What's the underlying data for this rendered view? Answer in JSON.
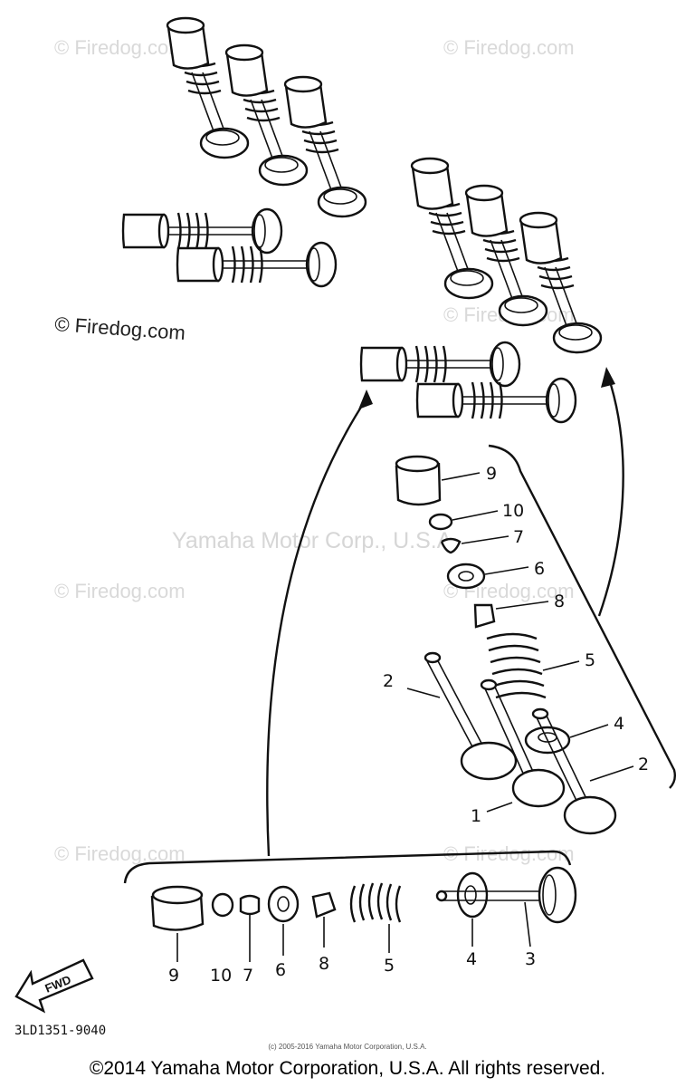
{
  "watermarks": {
    "firedog": "© Firedog.com",
    "yamaha": "Yamaha Motor Corp., U.S.A."
  },
  "labels": {
    "lifter": "9",
    "pad": "10",
    "cotter": "7",
    "retainer": "6",
    "seal": "8",
    "spring": "5",
    "seat": "4",
    "valve_in": "1",
    "valve_ex": "2",
    "valve_3": "3",
    "fwd": "FWD"
  },
  "part_code": "3LD1351-9040",
  "small_copyright": "(c) 2005-2016 Yamaha Motor Corporation, U.S.A.",
  "footer": "©2014 Yamaha Motor Corporation, U.S.A. All rights reserved."
}
